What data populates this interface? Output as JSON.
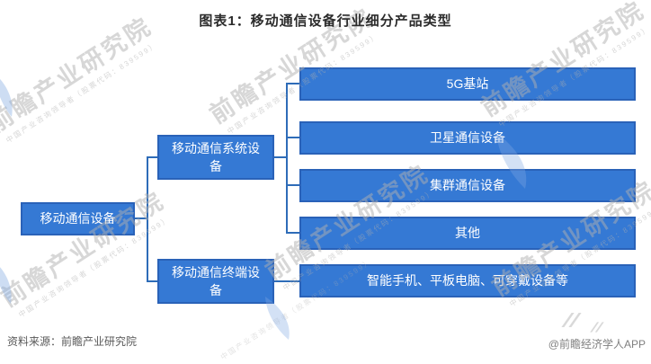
{
  "title": "图表1：移动通信设备行业细分产品类型",
  "tree": {
    "root": {
      "label": "移动通信设备"
    },
    "branches": [
      {
        "label": "移动通信系统设备",
        "children": [
          {
            "label": "5G基站"
          },
          {
            "label": "卫星通信设备"
          },
          {
            "label": "集群通信设备"
          },
          {
            "label": "其他"
          }
        ]
      },
      {
        "label": "移动通信终端设备",
        "children": [
          {
            "label": "智能手机、平板电脑、可穿戴设备等"
          }
        ]
      }
    ]
  },
  "footer": {
    "source": "资料来源：前瞻产业研究院",
    "credit": "@前瞻经济学人APP"
  },
  "watermark": {
    "text": "前瞻产业研究院",
    "subtext": "中国产业咨询领导者（股票代码：839599）"
  },
  "colors": {
    "node_fill": "#3579D4",
    "node_border": "#2A62B8",
    "connector": "#2E6CB8",
    "node_text": "#FFFFFF",
    "title_text": "#2B2B2B",
    "source_text": "#595959",
    "credit_text": "#808080"
  }
}
